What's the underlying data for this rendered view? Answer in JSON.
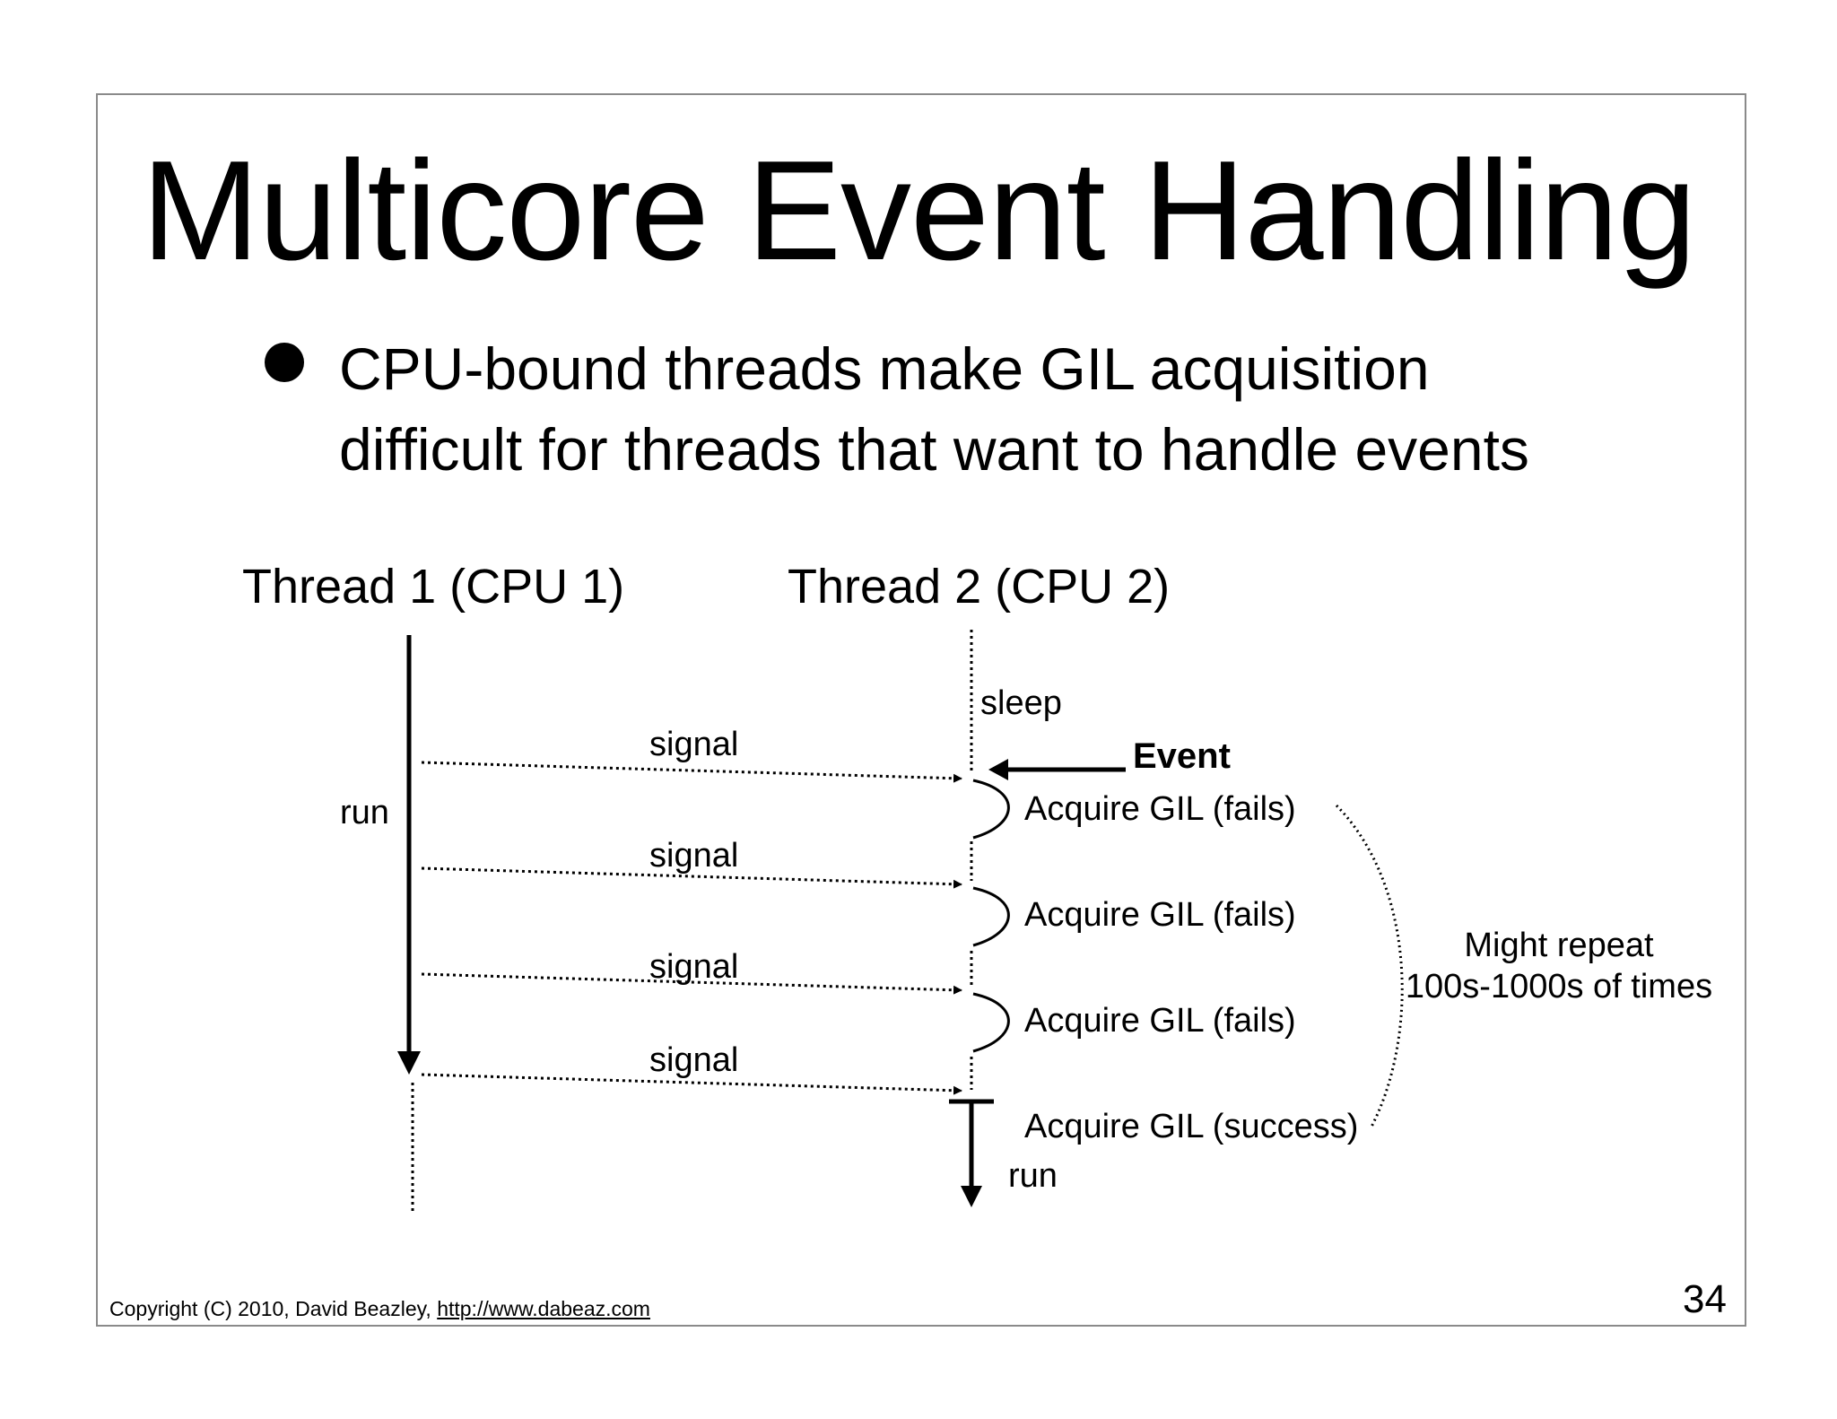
{
  "slide": {
    "title": "Multicore Event Handling",
    "bullet": {
      "line1": "CPU-bound threads make GIL acquisition",
      "line2": "difficult for threads that want to handle events"
    },
    "page_number": "34",
    "footer": {
      "copyright": "Copyright (C) 2010,  David Beazley,",
      "url": "http://www.dabeaz.com"
    }
  },
  "diagram": {
    "thread1_title": "Thread 1 (CPU 1)",
    "thread2_title": "Thread 2 (CPU 2)",
    "thread1_state": "run",
    "thread2_sleep": "sleep",
    "thread2_run": "run",
    "event_label": "Event",
    "signals": [
      "signal",
      "signal",
      "signal",
      "signal"
    ],
    "acquire_attempts": [
      "Acquire GIL (fails)",
      "Acquire GIL (fails)",
      "Acquire GIL (fails)",
      "Acquire GIL (success)"
    ],
    "repeat_note": {
      "line1": "Might repeat",
      "line2": "100s-1000s of times"
    }
  }
}
